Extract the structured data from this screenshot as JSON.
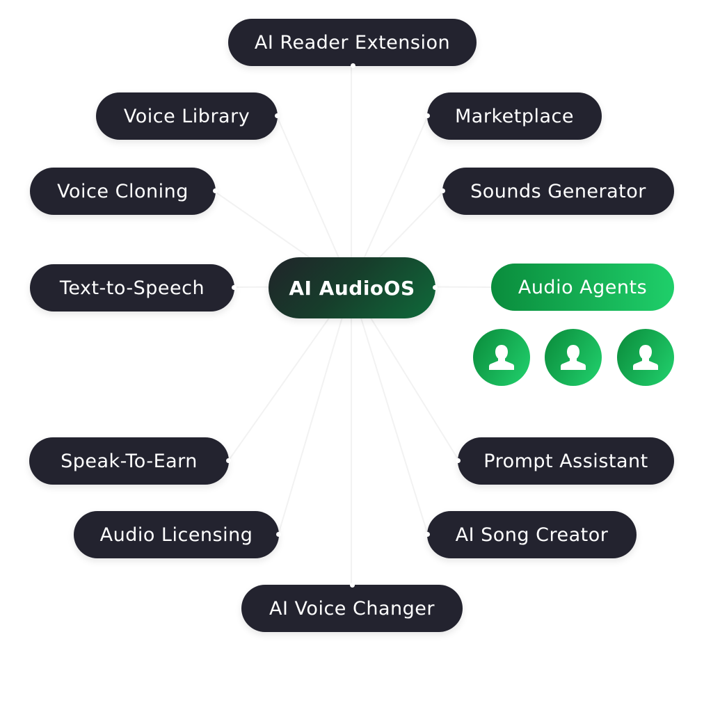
{
  "center": {
    "label": "AI AudioOS"
  },
  "nodes": {
    "reader_extension": "AI Reader Extension",
    "voice_library": "Voice Library",
    "marketplace": "Marketplace",
    "voice_cloning": "Voice Cloning",
    "sounds_generator": "Sounds Generator",
    "text_to_speech": "Text-to-Speech",
    "audio_agents": "Audio Agents",
    "speak_to_earn": "Speak-To-Earn",
    "prompt_assistant": "Prompt Assistant",
    "audio_licensing": "Audio Licensing",
    "song_creator": "AI Song Creator",
    "voice_changer": "AI Voice Changer"
  },
  "agents": {
    "icon": "user-icon",
    "count": 3
  },
  "colors": {
    "pill": "#23232f",
    "accent_green": "#1fcf6a",
    "accent_green_dark": "#0a8c3c",
    "connector": "#f2f2f2"
  }
}
